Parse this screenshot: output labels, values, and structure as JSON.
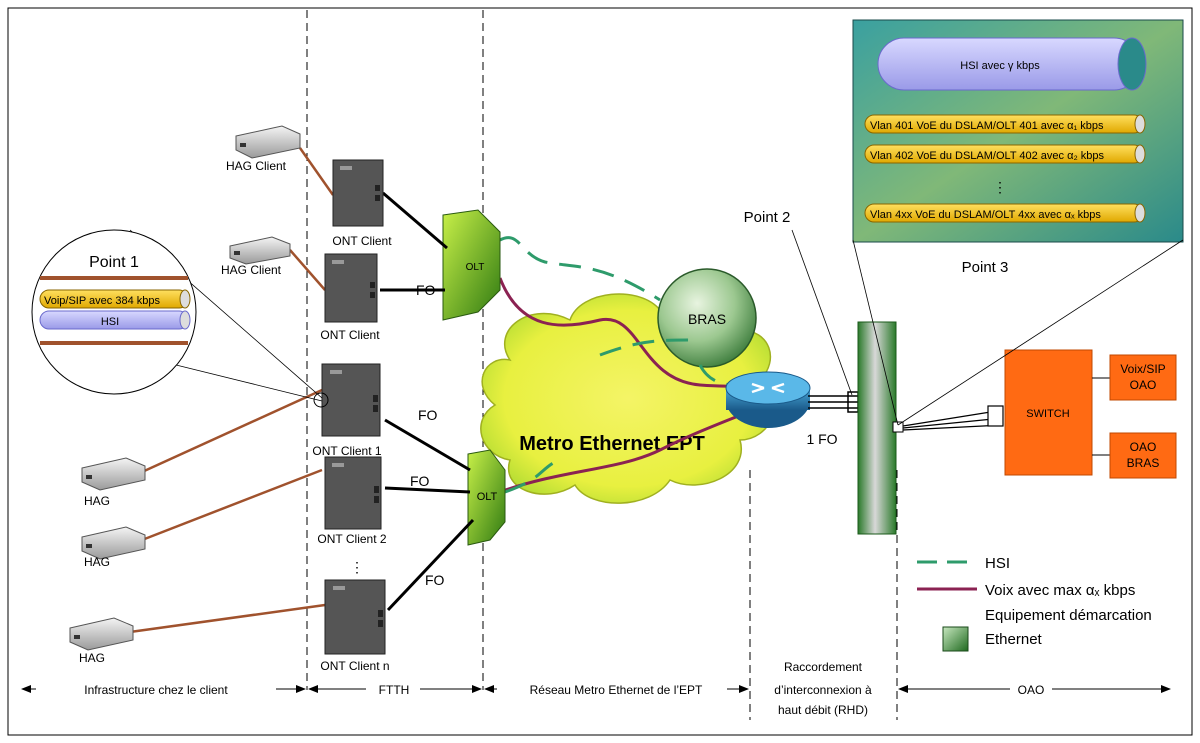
{
  "devices": {
    "hag_client_1": "HAG Client",
    "hag_client_2": "HAG Client",
    "hag_1": "HAG",
    "hag_2": "HAG",
    "hag_3": "HAG",
    "ont_client_a": "ONT Client",
    "ont_client_b": "ONT Client",
    "ont_client_1": "ONT Client 1",
    "ont_client_2": "ONT Client 2",
    "ont_client_n": "ONT Client  n",
    "olt_top": "OLT",
    "olt_bottom": "OLT",
    "bras": "BRAS",
    "switch": "SWITCH",
    "voix_sip_oao": [
      "Voix/SIP",
      "OAO"
    ],
    "oao_bras": [
      "OAO",
      "BRAS"
    ]
  },
  "links": {
    "fo_top": "FO",
    "fo_1": "FO",
    "fo_2": "FO",
    "fo_n": "FO",
    "one_fo": "1 FO",
    "ellipsis": "⋮"
  },
  "cloud_label": "Metro Ethernet EPT",
  "point1": {
    "title": "Point 1",
    "voip": "Voip/SIP avec 384 kbps",
    "hsi": "HSI"
  },
  "point2": {
    "title": "Point 2"
  },
  "point3": {
    "title": "Point 3",
    "hsi": "HSI avec γ kbps",
    "vlans": [
      "Vlan 401 VoE du DSLAM/OLT 401 avec α₁ kbps",
      "Vlan 402 VoE du DSLAM/OLT 402 avec α₂ kbps",
      "Vlan 4xx VoE du DSLAM/OLT 4xx avec αₓ kbps"
    ],
    "ellipsis": "⋮"
  },
  "legend": {
    "hsi": "HSI",
    "voix": "Voix avec max αₓ kbps",
    "equip_line1": "Equipement démarcation",
    "equip_line2": "Ethernet"
  },
  "zones": {
    "client": "Infrastructure chez le client",
    "ftth": "FTTH",
    "metro": "Réseau Metro Ethernet de l’EPT",
    "rhd": [
      "Raccordement",
      "d’interconnexion à",
      "haut débit (RHD)"
    ],
    "oao": "OAO"
  },
  "colors": {
    "hsi_line": "#2e9b6b",
    "voice_line": "#8b2252",
    "copper": "#a0522d",
    "switch": "#ff6a13",
    "olt": "#4a9a1a",
    "cloud": "#f0f050",
    "bras": "#3a8a3a",
    "point3_bg": "#2a8a8a"
  }
}
